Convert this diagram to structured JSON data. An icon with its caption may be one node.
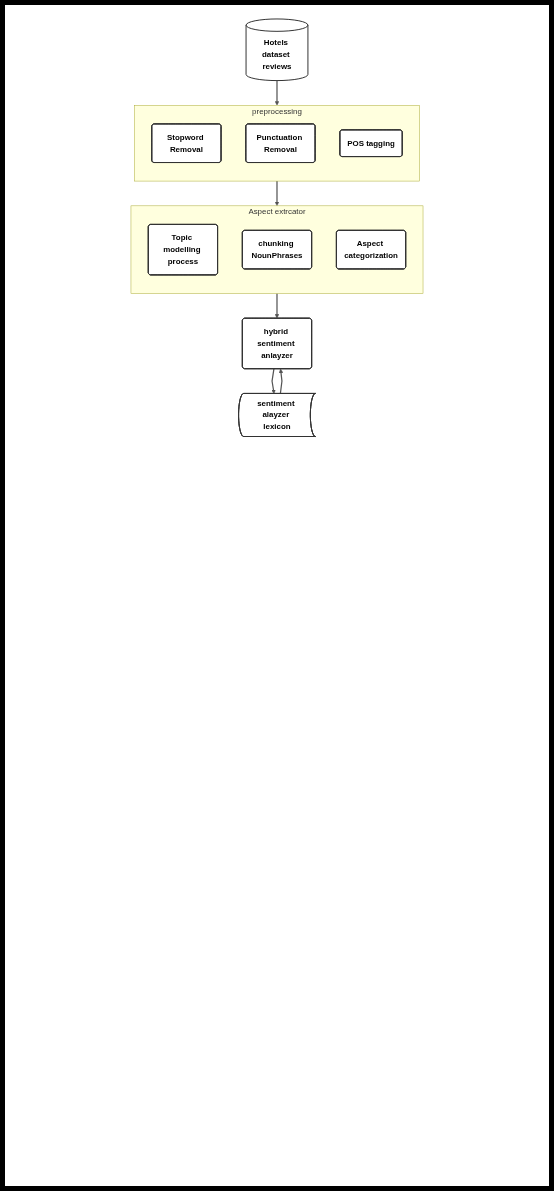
{
  "diagram": {
    "nodes": [
      {
        "text": [
          "Hotels dataset reviews"
        ]
      },
      {
        "text": [
          "preprocessing"
        ]
      },
      {
        "text": [
          "Stopword Removal"
        ],
        "in": 1
      },
      {
        "text": [
          "Punctuation Removal"
        ],
        "in": 1
      },
      {
        "text": [
          "POS tagging"
        ],
        "in": 1
      },
      {
        "text": [
          "Aspect extrcator"
        ]
      },
      {
        "text": [
          "Topic modelling process"
        ],
        "in": 5
      },
      {
        "text": [
          "chunking NounPhrases"
        ],
        "in": 5
      },
      {
        "text": [
          "Aspect categorization"
        ],
        "in": 5
      },
      {
        "text": [
          "hybrid sentiment anlayzer"
        ]
      },
      {
        "text": [
          "sentiment alayzer lexicon"
        ]
      }
    ],
    "edges": [
      {
        "from": 0,
        "to": 1,
        "arrow": "to"
      },
      {
        "from": 1,
        "to": 5,
        "arrow": "to"
      },
      {
        "from": 5,
        "to": 9,
        "arrow": "to"
      },
      {
        "from": 10,
        "to": 9,
        "arrow": "to"
      },
      {
        "from": 9,
        "to": 10,
        "arrow": "to"
      }
    ]
  }
}
